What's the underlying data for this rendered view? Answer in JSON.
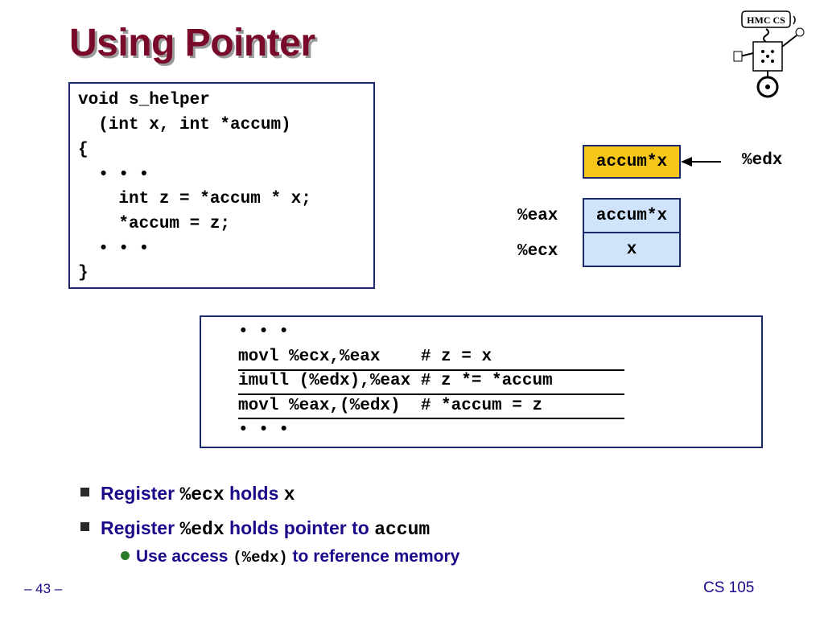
{
  "title": "Using Pointer",
  "logo": {
    "text": "HMC CS"
  },
  "c_code": [
    "void s_helper",
    "  (int x, int *accum)",
    "{",
    "  • • •",
    "    int z = *accum * x;",
    "    *accum = z;",
    "  • • •",
    "}"
  ],
  "diagram": {
    "memory_cell": "accum*x",
    "edx_label": "%edx",
    "eax_label": "%eax",
    "ecx_label": "%ecx",
    "eax_value": "accum*x",
    "ecx_value": "x",
    "colors": {
      "memory": "#f5c518",
      "register": "#cfe4fb",
      "border": "#1a2a6a"
    }
  },
  "asm": [
    "• • •",
    "movl %ecx,%eax    # z = x",
    "imull (%edx),%eax # z *= *accum",
    "movl %eax,(%edx)  # *accum = z",
    "• • •"
  ],
  "bullets": {
    "b1_prefix": "Register ",
    "b1_code": "%ecx",
    "b1_mid": " holds ",
    "b1_code2": "x",
    "b2_prefix": "Register ",
    "b2_code": "%edx",
    "b2_mid": " holds pointer to ",
    "b2_code2": "accum",
    "sub_prefix": "Use access ",
    "sub_code": "(%edx)",
    "sub_suffix": " to reference memory"
  },
  "footer": {
    "page": "– 43 –",
    "course": "CS 105"
  },
  "colors": {
    "title": "#7a0a2a",
    "text_blue": "#1a0a8a",
    "box_border": "#1a2a6a"
  }
}
